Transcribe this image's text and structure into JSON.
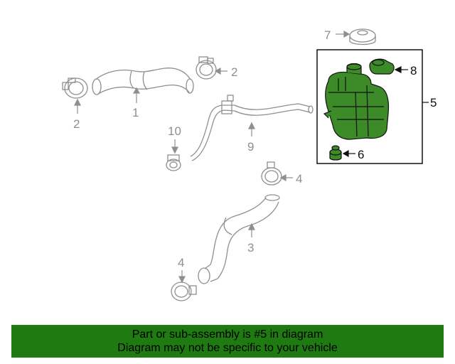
{
  "callouts": {
    "c1": "1",
    "c2a": "2",
    "c2b": "2",
    "c3": "3",
    "c4a": "4",
    "c4b": "4",
    "c5": "5",
    "c6": "6",
    "c7": "7",
    "c8": "8",
    "c9": "9",
    "c10": "10"
  },
  "banner": {
    "line1": "Part or sub-assembly is #5 in diagram",
    "line2": "Diagram may not be specific to your vehicle"
  },
  "colors": {
    "highlight": "#1f7a12",
    "part_fill": "#3c8b28",
    "outline_gray": "#8f8f8f",
    "outline_dark": "#111111"
  }
}
